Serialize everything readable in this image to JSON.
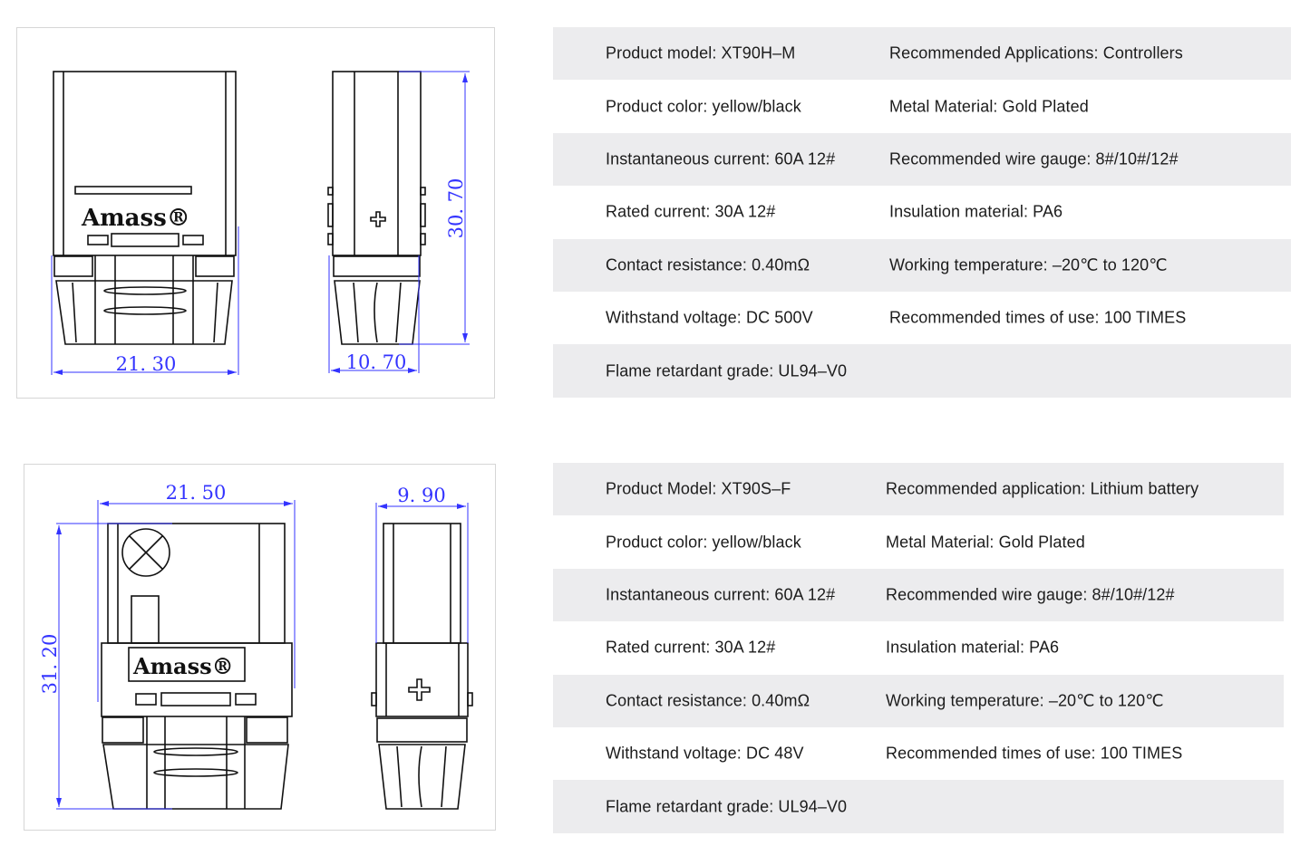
{
  "logo_text": "Amass",
  "drawing1": {
    "width_dim": "21. 30",
    "depth_dim": "10. 70",
    "height_dim": "30. 70"
  },
  "drawing2": {
    "width_dim": "21. 50",
    "depth_dim": "9. 90",
    "height_dim": "31. 20"
  },
  "spec1": {
    "rows": [
      {
        "left": "Product model: XT90H–M",
        "right": "Recommended Applications: Controllers"
      },
      {
        "left": "Product color: yellow/black",
        "right": "Metal Material: Gold Plated"
      },
      {
        "left": "Instantaneous current: 60A 12#",
        "right": "Recommended wire gauge: 8#/10#/12#"
      },
      {
        "left": "Rated current: 30A 12#",
        "right": "Insulation material: PA6"
      },
      {
        "left": "Contact resistance: 0.40mΩ",
        "right": "Working temperature: –20℃ to 120℃"
      },
      {
        "left": "Withstand voltage: DC 500V",
        "right": "Recommended times of use: 100 TIMES"
      },
      {
        "left": "Flame retardant grade: UL94–V0",
        "right": ""
      }
    ]
  },
  "spec2": {
    "rows": [
      {
        "left": "Product Model: XT90S–F",
        "right": "Recommended application: Lithium battery"
      },
      {
        "left": "Product color: yellow/black",
        "right": "Metal Material: Gold Plated"
      },
      {
        "left": "Instantaneous current: 60A 12#",
        "right": "Recommended wire gauge: 8#/10#/12#"
      },
      {
        "left": "Rated current: 30A 12#",
        "right": "Insulation material: PA6"
      },
      {
        "left": "Contact resistance: 0.40mΩ",
        "right": "Working temperature: –20℃ to 120℃"
      },
      {
        "left": "Withstand voltage: DC 48V",
        "right": "Recommended times of use: 100 TIMES"
      },
      {
        "left": "Flame retardant grade: UL94–V0",
        "right": ""
      }
    ]
  }
}
